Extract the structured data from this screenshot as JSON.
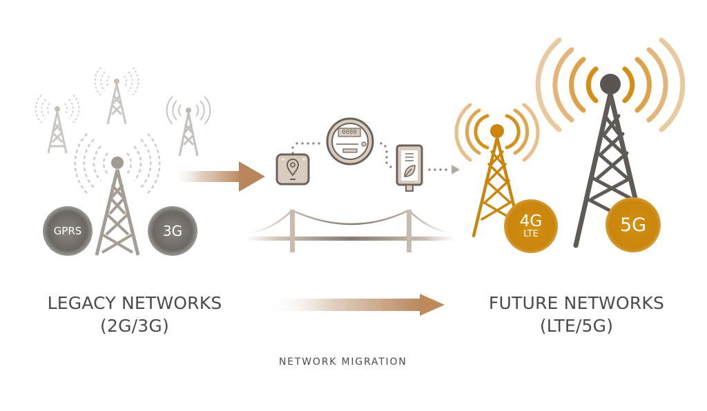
{
  "legacy": {
    "title": "LEGACY NETWORKS",
    "subtitle": "(2G/3G)",
    "badges": [
      "GPRS",
      "3G"
    ]
  },
  "future": {
    "title": "FUTURE NETWORKS",
    "subtitle": "(LTE/5G)",
    "badges": {
      "lte_main": "4G",
      "lte_sub": "LTE",
      "fiveg": "5G"
    }
  },
  "devices": {
    "meter_reading": "0080"
  },
  "caption": "NETWORK MIGRATION",
  "colors": {
    "legacy_tower": "#a79f96",
    "legacy_tower_faded": "#c8c3be",
    "lte_tower": "#c9850d",
    "fiveg_tower": "#5f5a56",
    "signal_orange": "#d9932a",
    "signal_light": "#e8c393",
    "arrow": "#b9865a",
    "device_fill": "#d9cbbd",
    "device_stroke": "#6b625b",
    "text": "#4a4a4a"
  }
}
